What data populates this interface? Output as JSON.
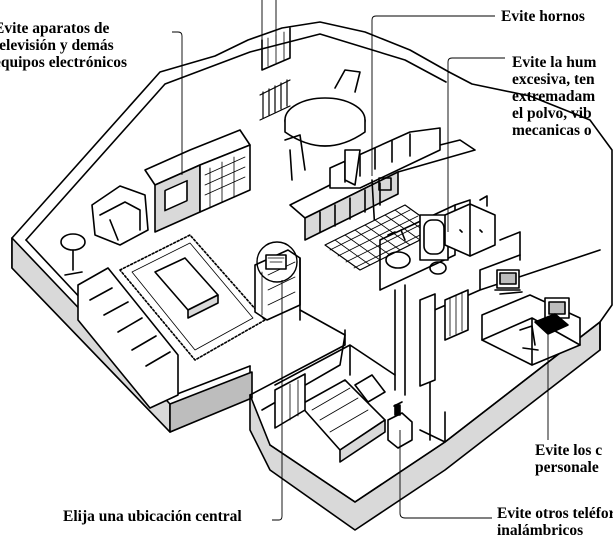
{
  "callouts": {
    "tv": {
      "lines": [
        "Evite aparatos de",
        "televisión y demás",
        "equipos electrónicos"
      ]
    },
    "ovens": {
      "lines": [
        "Evite hornos"
      ]
    },
    "humidity": {
      "lines": [
        "Evite la hum",
        "excesiva, ten",
        "extremadam",
        "el polvo, vib",
        "mecanicas o"
      ]
    },
    "computers": {
      "lines": [
        "Evite los c",
        "personale"
      ]
    },
    "center": {
      "lines": [
        "Elija una ubicación central"
      ]
    },
    "phones": {
      "lines": [
        "Evite otros teléfor",
        "inalámbricos"
      ]
    }
  },
  "colors": {
    "line": "#000000",
    "wall": "#d9d9d9",
    "wall_dark": "#bdbdbd",
    "floor": "#ffffff",
    "shadow": "#a8a8a8"
  }
}
